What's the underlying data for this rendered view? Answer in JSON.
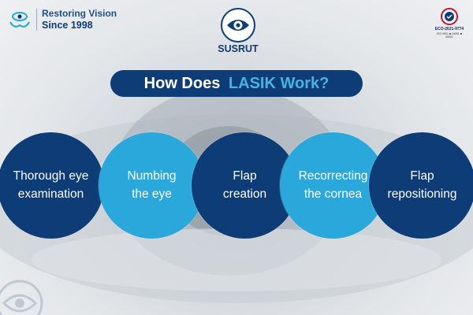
{
  "brand": {
    "tagline_line1": "Restoring Vision",
    "tagline_line2": "Since 1998",
    "name": "SUSRUT"
  },
  "certification": {
    "code": "ECO-2621-9774",
    "fine_print": "ISO 9001 ■ 14001 ■ 45001"
  },
  "heading": {
    "prefix": "How Does ",
    "accent": "LASIK Work?"
  },
  "steps": [
    {
      "label": "Thorough eye\nexamination",
      "color": "#0d3c76"
    },
    {
      "label": "Numbing\nthe eye",
      "color": "#2aa8dc"
    },
    {
      "label": "Flap\ncreation",
      "color": "#0d3c76"
    },
    {
      "label": "Recorrecting\nthe cornea",
      "color": "#2aa8dc"
    },
    {
      "label": "Flap\nrepositioning",
      "color": "#0d3c76"
    }
  ],
  "colors": {
    "navy": "#0d3c76",
    "sky": "#2aa8dc",
    "accent_text": "#46b4e4"
  }
}
